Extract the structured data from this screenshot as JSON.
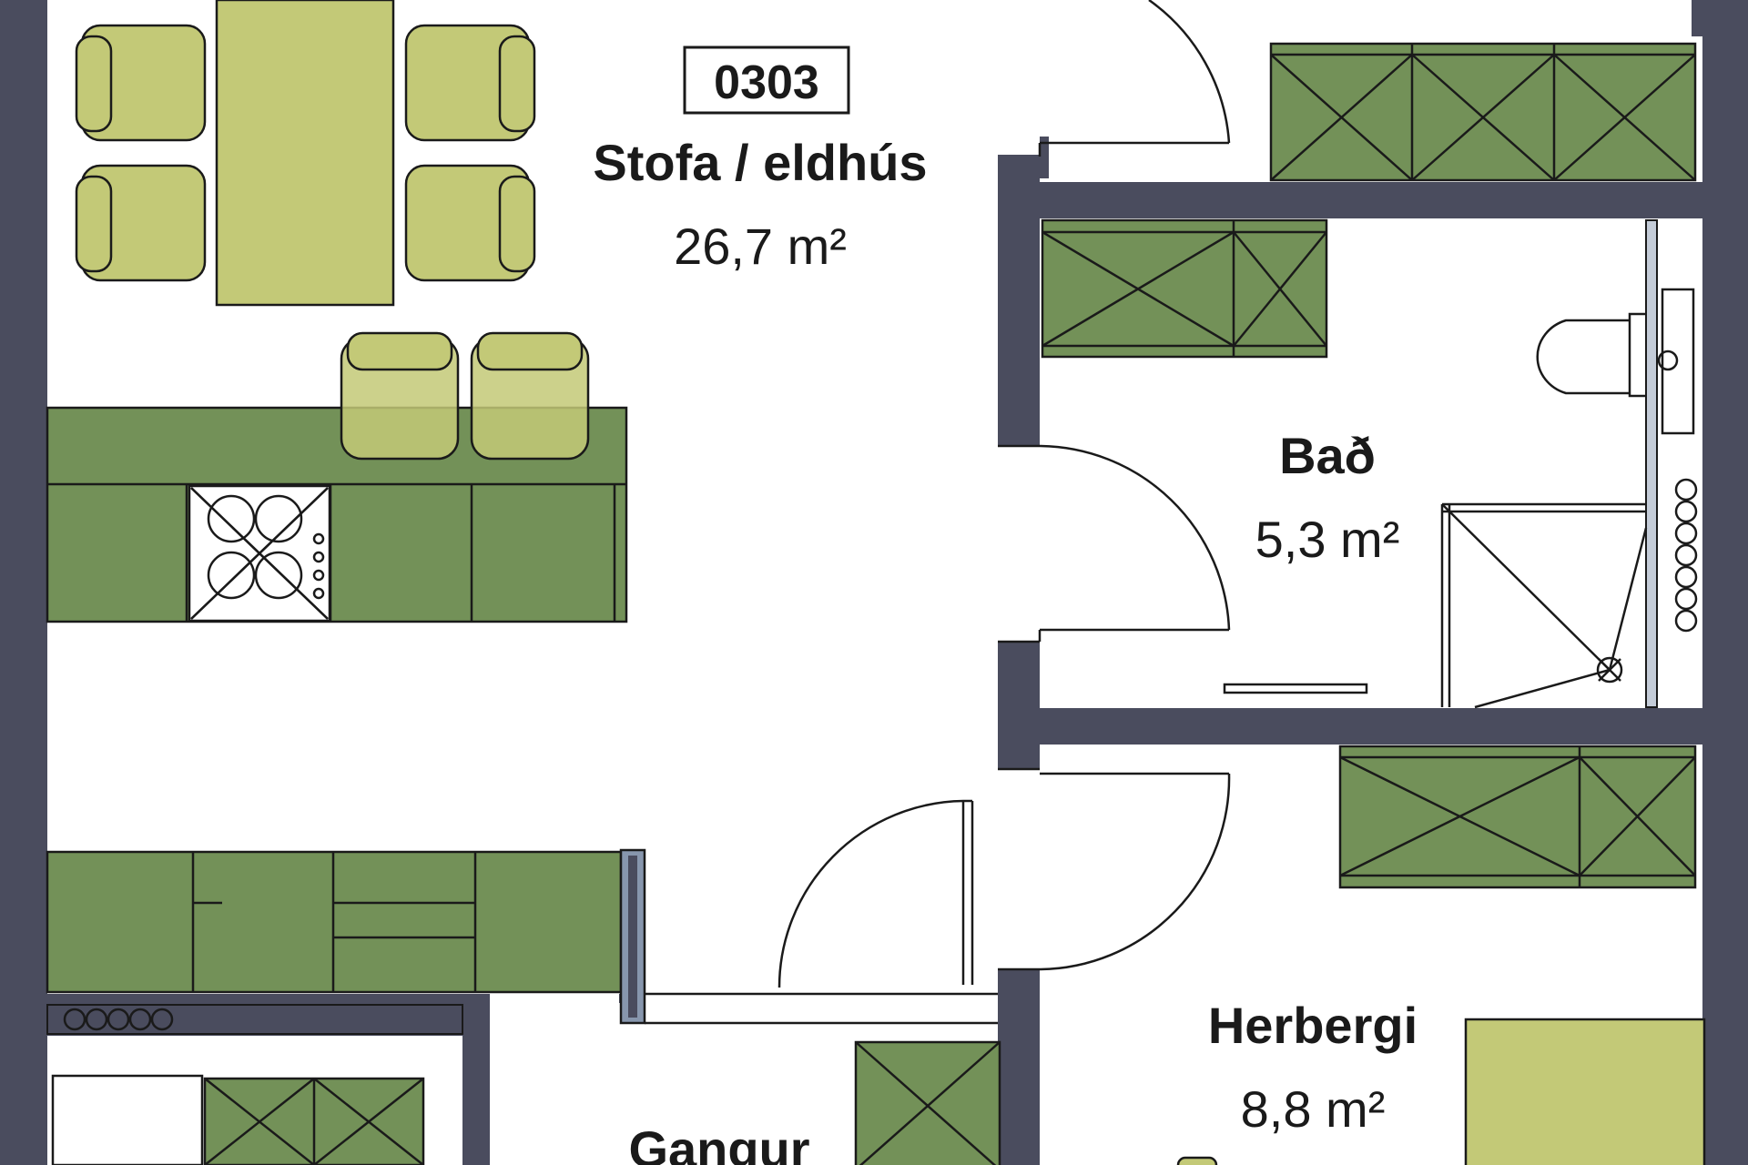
{
  "apartment": {
    "number": "0303"
  },
  "rooms": {
    "living": {
      "name": "Stofa / eldhús",
      "area": "26,7 m²"
    },
    "bath": {
      "name": "Bað",
      "area": "5,3 m²"
    },
    "bedroom": {
      "name": "Herbergi",
      "area": "8,8 m²"
    },
    "hall": {
      "name": "Gangur"
    }
  },
  "colors": {
    "wall": "#4a4c5e",
    "cabinet": "#739158",
    "furniture": "#c3c977"
  }
}
